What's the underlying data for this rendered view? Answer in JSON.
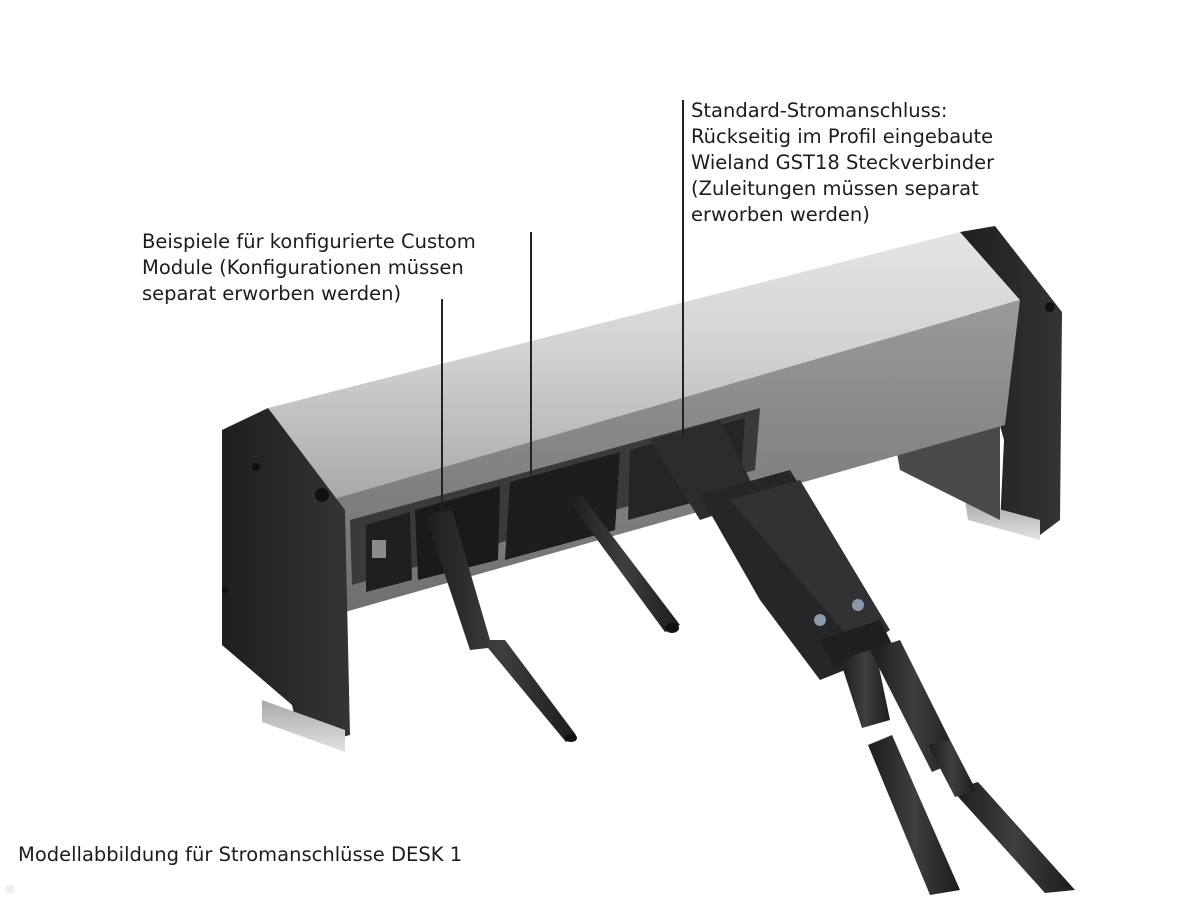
{
  "diagram": {
    "subject": "DESK 1 power strip with connection modules",
    "callouts": {
      "power_connection": {
        "lines": [
          "Standard-Stromanschluss:",
          "Rückseitig im Profil eingebaute",
          "Wieland GST18 Steckverbinder",
          "(Zuleitungen müssen separat",
          "erworben werden)"
        ]
      },
      "custom_modules": {
        "lines": [
          "Beispiele für konfigurierte Custom",
          "Module (Konfigurationen müssen",
          "separat erworben werden)"
        ]
      }
    },
    "caption": "Modellabbildung für Stromanschlüsse DESK 1",
    "colors": {
      "background": "#ffffff",
      "aluminium_profile": "#c9c9cb",
      "end_caps": "#262628",
      "cables": "#2b2b2d",
      "text": "#1c1c1c",
      "leader_lines": "#222222"
    }
  }
}
